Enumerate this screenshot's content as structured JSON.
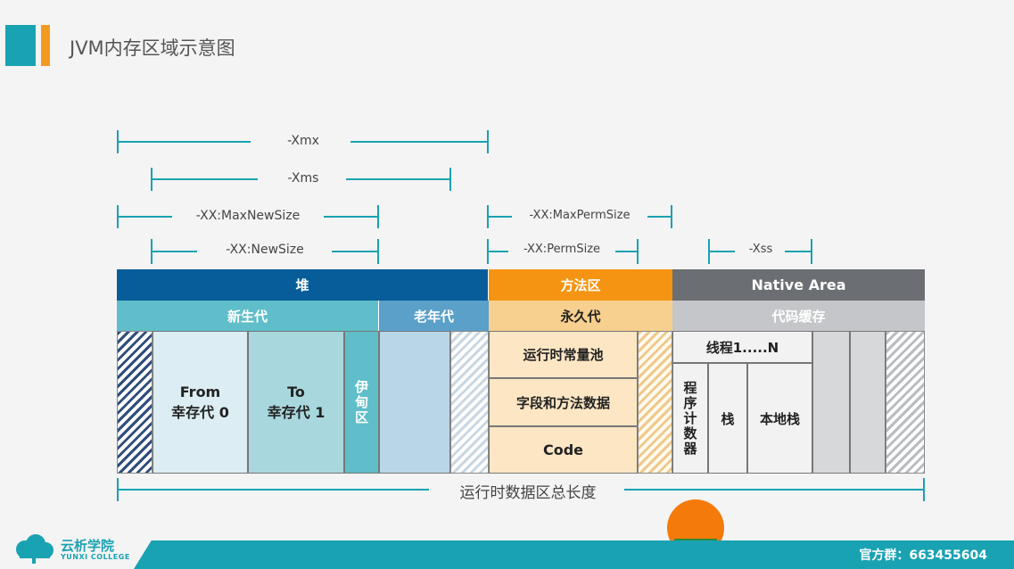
{
  "header": {
    "title": "JVM内存区域示意图"
  },
  "dimensions": {
    "xmx": "-Xmx",
    "xms": "-Xms",
    "max_new_size": "-XX:MaxNewSize",
    "new_size": "-XX:NewSize",
    "max_perm_size": "-XX:MaxPermSize",
    "perm_size": "-XX:PermSize",
    "xss": "-Xss"
  },
  "regions": {
    "heap": "堆",
    "method_area": "方法区",
    "native_area": "Native Area",
    "young_gen": "新生代",
    "old_gen": "老年代",
    "perm_gen": "永久代",
    "code_cache": "代码缓存"
  },
  "cells": {
    "from_line1": "From",
    "from_line2": "幸存代 0",
    "to_line1": "To",
    "to_line2": "幸存代 1",
    "eden": "伊甸区",
    "runtime_const_pool": "运行时常量池",
    "field_method_data": "字段和方法数据",
    "code": "Code",
    "threads": "线程1.....N",
    "pc_register": "程序计数器",
    "stack": "栈",
    "native_stack": "本地栈"
  },
  "total_label": "运行时数据区总长度",
  "footer": {
    "logo_name": "云析学院",
    "logo_sub": "YUNXI COLLEGE",
    "contact": "官方群：663455604"
  },
  "colors": {
    "heap_header": "#075d99",
    "method_header": "#f59412",
    "native_header": "#6b6e72",
    "young_header": "#5fbec9",
    "old_header": "#5aa0c9",
    "perm_header": "#f7cf8e",
    "code_cache_header": "#c4c6c9",
    "accent": "#19a2b2"
  }
}
